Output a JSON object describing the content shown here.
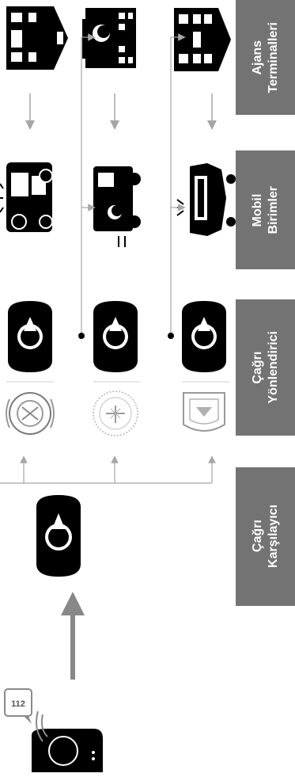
{
  "labels": {
    "ajans": "Ajans\nTerminalleri",
    "mobil": "Mobil\nBirimler",
    "yonlendirici": "Çağrı\nYönlendirici",
    "karsilayici": "Çağrı\nKarşılayıcı"
  },
  "phone_number": "112",
  "colors": {
    "label_bg": "#737373",
    "label_text": "#ffffff",
    "icon": "#000000",
    "connector": "#a6a6a6"
  }
}
